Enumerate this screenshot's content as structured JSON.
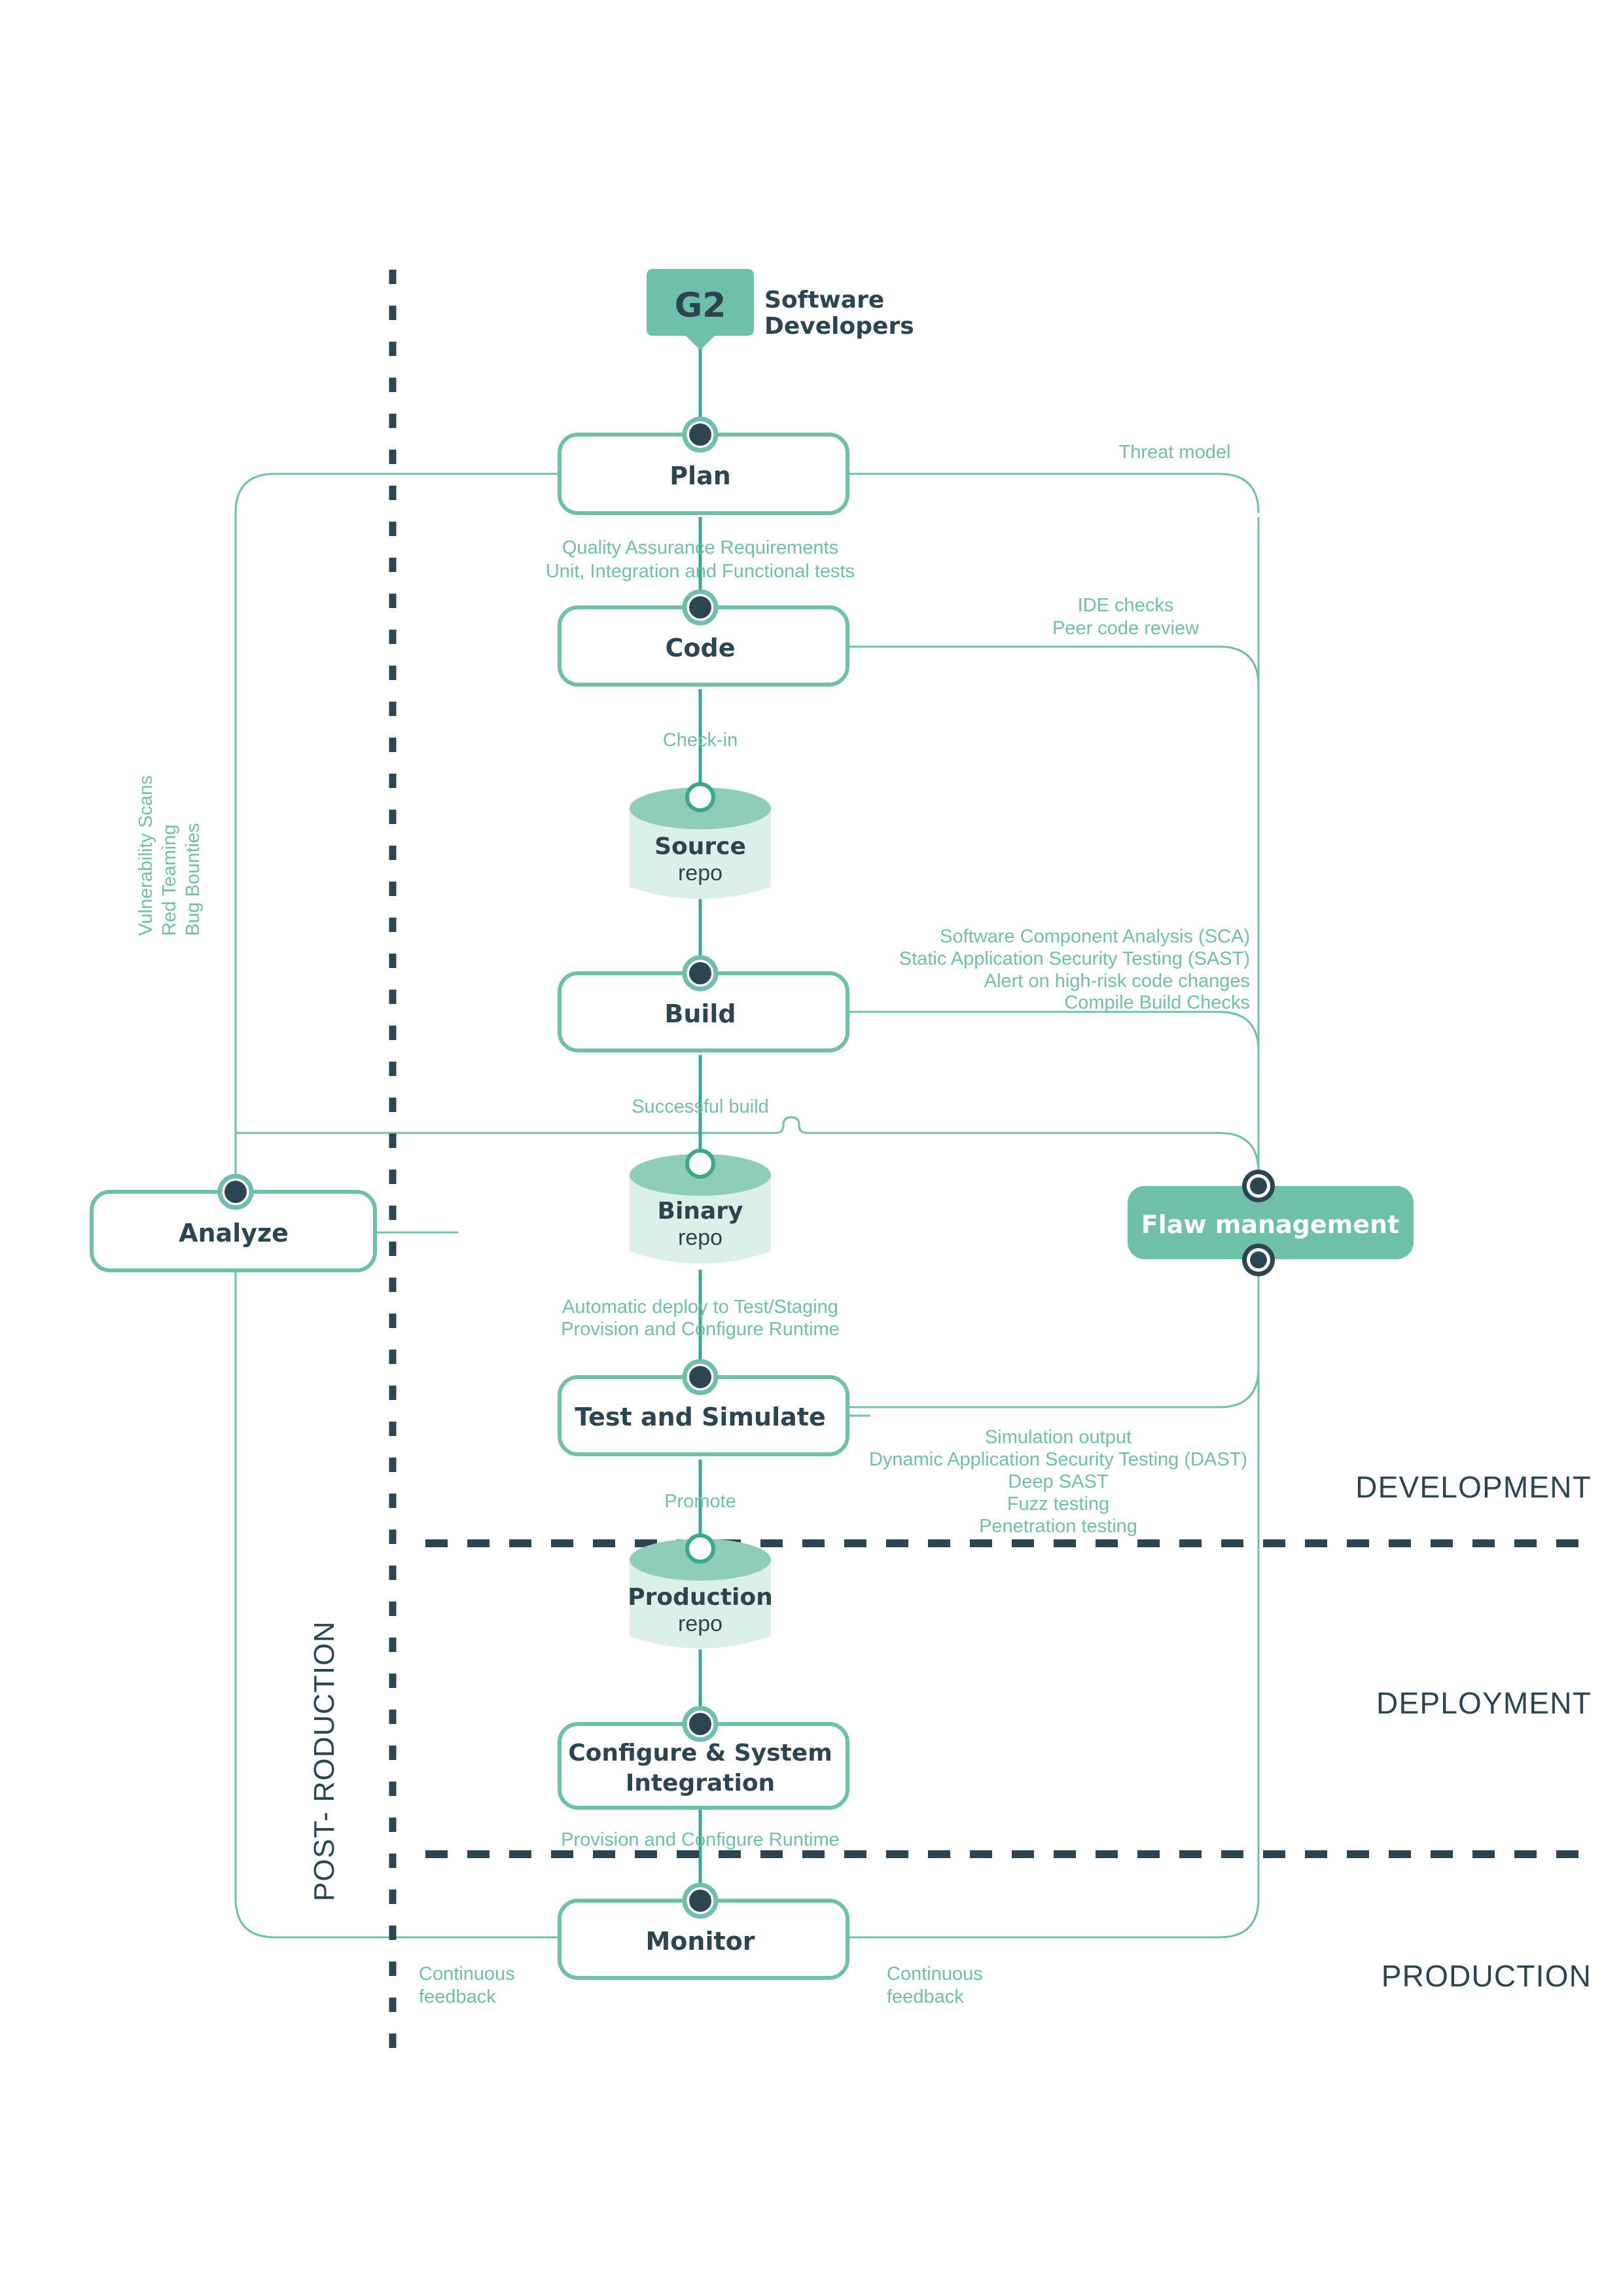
{
  "theme": {
    "teal": "#6ec1a8",
    "teal_dark": "#5bb79c",
    "slate": "#2b4650",
    "cyl_body": "#dcefe8",
    "cyl_top": "#8ecdb8",
    "annot_color": "#6ec1a8",
    "background": "#ffffff"
  },
  "badge": {
    "label": "G2",
    "caption_line1": "Software",
    "caption_line2": "Developers"
  },
  "nodes": {
    "plan": "Plan",
    "code": "Code",
    "build": "Build",
    "test": "Test and Simulate",
    "configure_line1": "Configure & System",
    "configure_line2": "Integration",
    "monitor": "Monitor",
    "analyze": "Analyze",
    "flaw": "Flaw management"
  },
  "repos": {
    "source": {
      "name": "Source",
      "sub": "repo"
    },
    "binary": {
      "name": "Binary",
      "sub": "repo"
    },
    "production": {
      "name": "Production",
      "sub": "repo"
    }
  },
  "annotations": {
    "threat_model": "Threat model",
    "qa_line1": "Quality Assurance Requirements",
    "qa_line2": "Unit, Integration and Functional tests",
    "ide_line1": "IDE checks",
    "ide_line2": "Peer code review",
    "checkin": "Check-in",
    "build_line1": "Software Component Analysis (SCA)",
    "build_line2": "Static Application Security Testing (SAST)",
    "build_line3": "Alert on high-risk code changes",
    "build_line4": "Compile Build Checks",
    "successful_build": "Successful build",
    "deploy_line1": "Automatic deploy to Test/Staging",
    "deploy_line2": "Provision and Configure Runtime",
    "test_line1": "Simulation output",
    "test_line2": "Dynamic Application Security Testing (DAST)",
    "test_line3": "Deep SAST",
    "test_line4": "Fuzz testing",
    "test_line5": "Penetration testing",
    "promote": "Promote",
    "provision_runtime": "Provision and Configure Runtime",
    "continuous_feedback_left_line1": "Continuous",
    "continuous_feedback_left_line2": "feedback",
    "continuous_feedback_right_line1": "Continuous",
    "continuous_feedback_right_line2": "feedback",
    "vuln_line1": "Vulnerability Scans",
    "vuln_line2": "Red Teaming",
    "vuln_line3": "Bug Bounties",
    "post_production": "POST- RODUCTION"
  },
  "stages": {
    "development": "DEVELOPMENT",
    "deployment": "DEPLOYMENT",
    "production": "PRODUCTION"
  }
}
